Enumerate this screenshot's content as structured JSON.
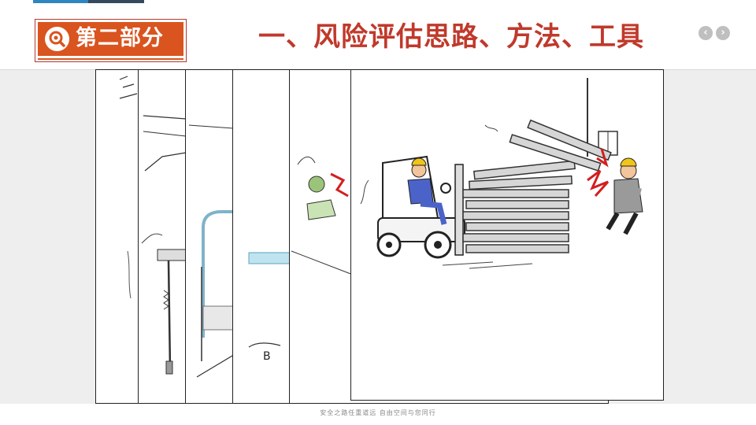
{
  "header": {
    "section_badge": "第二部分",
    "title": "一、风险评估思路、方法、工具"
  },
  "nav": {
    "prev_symbol": "‹",
    "next_symbol": "›"
  },
  "illustrations": {
    "label_b": "B"
  },
  "footer": {
    "slogan": "安全之路任重道远  自由空间与您同行"
  },
  "colors": {
    "accent": "#d9541e",
    "title": "#c0392b",
    "topbar_blue": "#2e86c1",
    "topbar_dark": "#34495e"
  }
}
